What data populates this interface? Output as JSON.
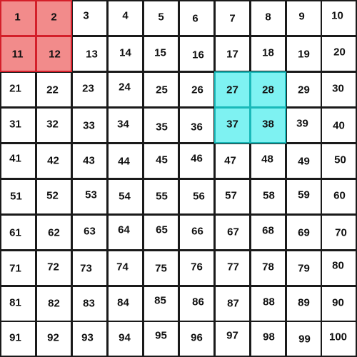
{
  "grid": {
    "rows": 10,
    "cols": 10,
    "cells": [
      "1",
      "2",
      "3",
      "4",
      "5",
      "6",
      "7",
      "8",
      "9",
      "10",
      "11",
      "12",
      "13",
      "14",
      "15",
      "16",
      "17",
      "18",
      "19",
      "20",
      "21",
      "22",
      "23",
      "24",
      "25",
      "26",
      "27",
      "28",
      "29",
      "30",
      "31",
      "32",
      "33",
      "34",
      "35",
      "36",
      "37",
      "38",
      "39",
      "40",
      "41",
      "42",
      "43",
      "44",
      "45",
      "46",
      "47",
      "48",
      "49",
      "50",
      "51",
      "52",
      "53",
      "54",
      "55",
      "56",
      "57",
      "58",
      "59",
      "60",
      "61",
      "62",
      "63",
      "64",
      "65",
      "66",
      "67",
      "68",
      "69",
      "70",
      "71",
      "72",
      "73",
      "74",
      "75",
      "76",
      "77",
      "78",
      "79",
      "80",
      "81",
      "82",
      "83",
      "84",
      "85",
      "86",
      "87",
      "88",
      "89",
      "90",
      "91",
      "92",
      "93",
      "94",
      "95",
      "96",
      "97",
      "98",
      "99",
      "100"
    ]
  },
  "highlights": [
    {
      "color_name": "red",
      "fill": "#f28b8b",
      "border": "#d41f2a",
      "cells": [
        "1",
        "2",
        "11",
        "12"
      ]
    },
    {
      "color_name": "cyan",
      "fill": "#7ef2f2",
      "border": "#19b9b9",
      "cells": [
        "27",
        "28",
        "37",
        "38"
      ]
    }
  ]
}
